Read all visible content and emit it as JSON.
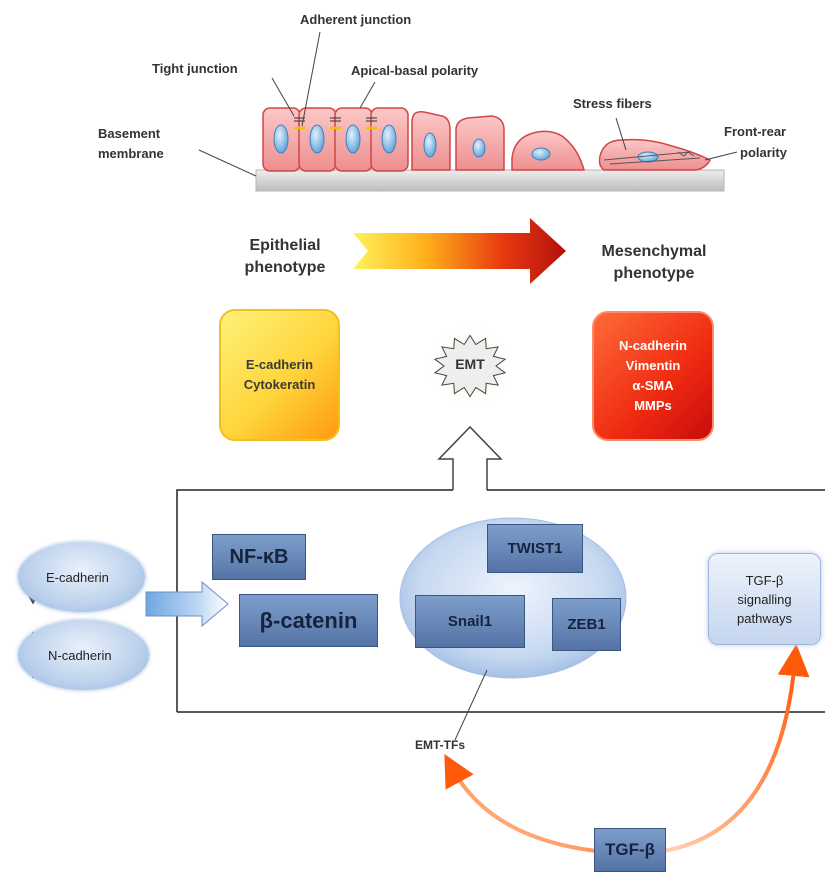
{
  "top_labels": {
    "tight_junction": "Tight junction",
    "adherent_junction": "Adherent junction",
    "apical_basal_polarity": "Apical-basal  polarity",
    "basement_membrane_line1": "Basement",
    "basement_membrane_line2": "membrane",
    "stress_fibers": "Stress fibers",
    "front_rear_polarity_line1": "Front-rear",
    "front_rear_polarity_line2": "polarity"
  },
  "phenotypes": {
    "epithelial_line1": "Epithelial",
    "epithelial_line2": "phenotype",
    "mesenchymal_line1": "Mesenchymal",
    "mesenchymal_line2": "phenotype"
  },
  "epithelial_markers": [
    "E-cadherin",
    "Cytokeratin"
  ],
  "mesenchymal_markers": [
    "N-cadherin",
    "Vimentin",
    "α-SMA",
    "MMPs"
  ],
  "emt_label": "EMT",
  "cadherins": {
    "e_cadherin": "E-cadherin",
    "n_cadherin": "N-cadherin"
  },
  "factors": {
    "nfkb": "NF-κB",
    "beta_catenin": "β-catenin"
  },
  "emt_tfs": {
    "twist1": "TWIST1",
    "snail1": "Snail1",
    "zeb1": "ZEB1",
    "label": "EMT-TFs"
  },
  "tgf_pathways": {
    "line1": "TGF-β",
    "line2": "signalling",
    "line3": "pathways"
  },
  "tgf_beta": "TGF-β",
  "colors": {
    "cell_fill": "#f6aaaa",
    "cell_stroke": "#cf4747",
    "nucleus": "#8cc3ee",
    "membrane": "#d4d4d4",
    "tf_box": "#6a8aba",
    "ellipse": "#c2d5ee",
    "arrow_orange": "#ff6a10",
    "epithelial_yellow": "#ffd43b",
    "mesenchymal_red": "#e52010"
  }
}
